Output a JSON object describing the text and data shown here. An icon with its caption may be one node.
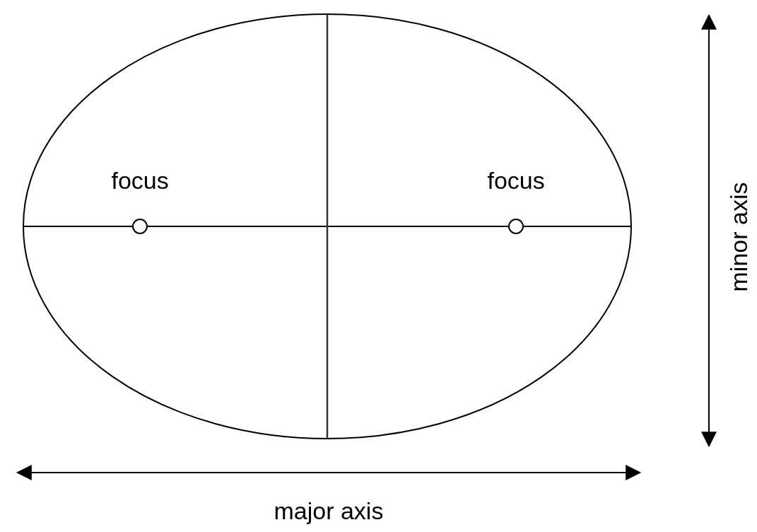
{
  "diagram": {
    "labels": [
      "focus",
      "focus",
      "minor axis",
      "major axis"
    ]
  }
}
